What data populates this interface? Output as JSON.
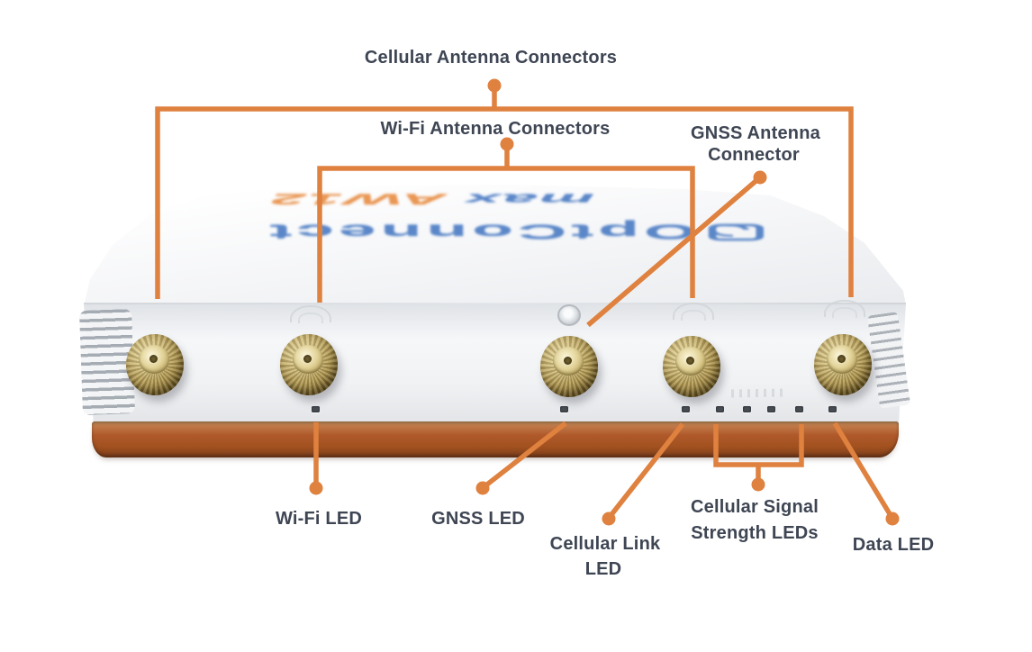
{
  "theme": {
    "accent_orange": "#df813f",
    "label_text": "#3e4553",
    "logo_blue": "#4678c2",
    "logo_orange": "#e78a3e",
    "copper_top": "#c98a57",
    "copper_mid": "#b0592b",
    "copper_dark": "#7c3f1d",
    "brass_light": "#f0e3b2",
    "brass_mid": "#b39a55",
    "brass_dark": "#554419"
  },
  "device": {
    "logo": {
      "brand": "OptConnect",
      "model_prefix": "max",
      "model": "AW12"
    }
  },
  "callouts": {
    "cellular_antenna_connectors": {
      "label": "Cellular Antenna Connectors"
    },
    "wifi_antenna_connectors": {
      "label": "Wi-Fi Antenna Connectors"
    },
    "gnss_antenna_connector": {
      "line1": "GNSS Antenna",
      "line2": "Connector"
    },
    "wifi_led": {
      "label": "Wi-Fi LED"
    },
    "gnss_led": {
      "label": "GNSS LED"
    },
    "cellular_link_led": {
      "line1": "Cellular Link",
      "line2": "LED"
    },
    "cellular_signal_strength_leds": {
      "line1": "Cellular Signal",
      "line2": "Strength LEDs"
    },
    "data_led": {
      "label": "Data LED"
    }
  }
}
